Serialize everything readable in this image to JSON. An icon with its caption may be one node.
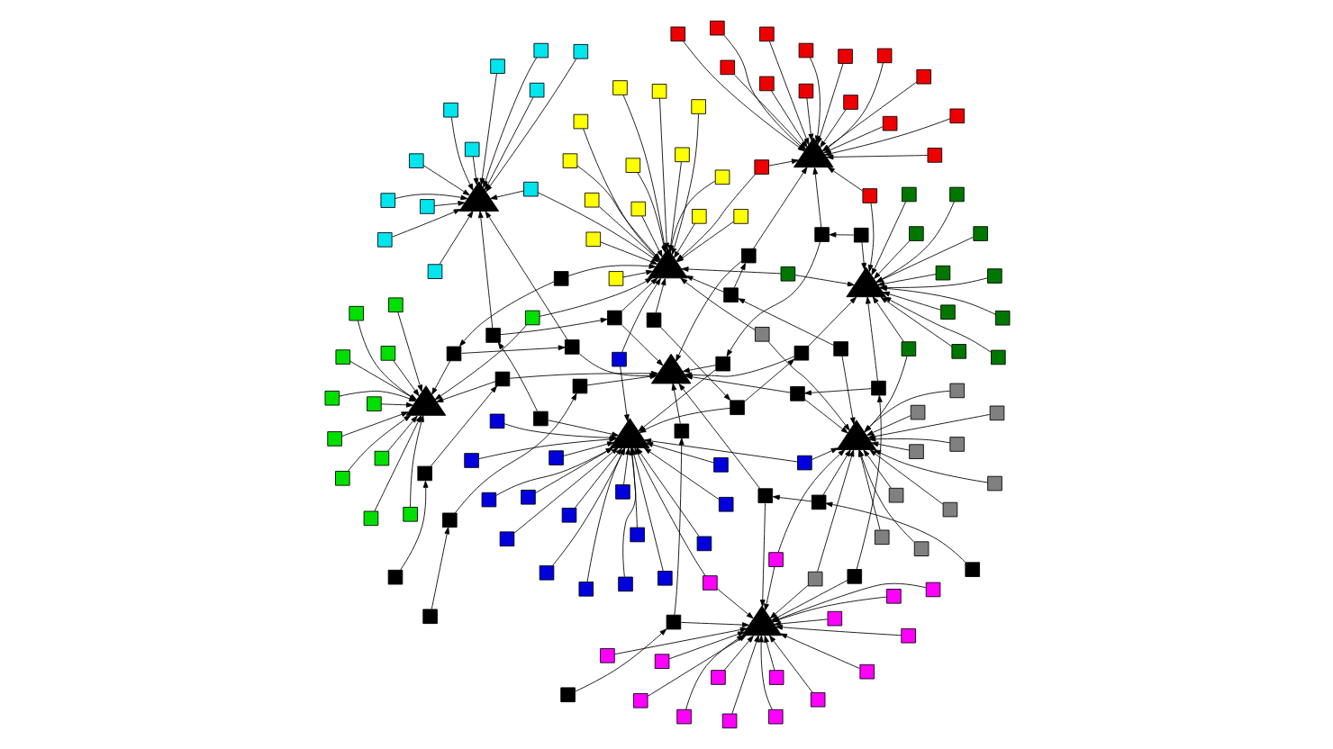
{
  "diagram": {
    "nodes": [
      {
        "text": [],
        "shape": "triangle"
      },
      {
        "text": [],
        "shape": "box"
      },
      {
        "text": [],
        "shape": "box"
      },
      {
        "text": [],
        "shape": "box"
      },
      {
        "text": [],
        "shape": "box"
      },
      {
        "text": [],
        "shape": "box"
      },
      {
        "text": [],
        "shape": "box"
      },
      {
        "text": [],
        "shape": "box"
      },
      {
        "text": [],
        "shape": "box"
      },
      {
        "text": [],
        "shape": "box"
      },
      {
        "text": [],
        "shape": "box"
      },
      {
        "text": [],
        "shape": "box"
      },
      {
        "text": [],
        "shape": "box"
      },
      {
        "text": [],
        "shape": "triangle"
      },
      {
        "text": [],
        "shape": "box"
      },
      {
        "text": [],
        "shape": "box"
      },
      {
        "text": [],
        "shape": "box"
      },
      {
        "text": [],
        "shape": "box"
      },
      {
        "text": [],
        "shape": "box"
      },
      {
        "text": [],
        "shape": "box"
      },
      {
        "text": [],
        "shape": "box"
      },
      {
        "text": [],
        "shape": "box"
      },
      {
        "text": [],
        "shape": "box"
      },
      {
        "text": [],
        "shape": "box"
      },
      {
        "text": [],
        "shape": "box"
      },
      {
        "text": [],
        "shape": "box"
      },
      {
        "text": [],
        "shape": "triangle"
      },
      {
        "text": [],
        "shape": "box"
      },
      {
        "text": [],
        "shape": "box"
      },
      {
        "text": [],
        "shape": "box"
      },
      {
        "text": [],
        "shape": "box"
      },
      {
        "text": [],
        "shape": "box"
      },
      {
        "text": [],
        "shape": "box"
      },
      {
        "text": [],
        "shape": "box"
      },
      {
        "text": [],
        "shape": "box"
      },
      {
        "text": [],
        "shape": "box"
      },
      {
        "text": [],
        "shape": "box"
      },
      {
        "text": [],
        "shape": "box"
      },
      {
        "text": [],
        "shape": "box"
      },
      {
        "text": [],
        "shape": "box"
      },
      {
        "text": [],
        "shape": "box"
      },
      {
        "text": [],
        "shape": "triangle"
      },
      {
        "text": [],
        "shape": "box"
      },
      {
        "text": [],
        "shape": "box"
      },
      {
        "text": [],
        "shape": "box"
      },
      {
        "text": [],
        "shape": "box"
      },
      {
        "text": [],
        "shape": "box"
      },
      {
        "text": [],
        "shape": "box"
      },
      {
        "text": [],
        "shape": "box"
      },
      {
        "text": [],
        "shape": "box"
      },
      {
        "text": [],
        "shape": "box"
      },
      {
        "text": [],
        "shape": "box"
      },
      {
        "text": [],
        "shape": "box"
      },
      {
        "text": [],
        "shape": "box"
      },
      {
        "text": [],
        "shape": "box"
      },
      {
        "text": [],
        "shape": "box"
      },
      {
        "text": [],
        "shape": "box"
      },
      {
        "text": [],
        "shape": "box"
      },
      {
        "text": [],
        "shape": "triangle"
      },
      {
        "text": [],
        "shape": "box"
      },
      {
        "text": [],
        "shape": "box"
      },
      {
        "text": [],
        "shape": "box"
      },
      {
        "text": [],
        "shape": "box"
      },
      {
        "text": [],
        "shape": "box"
      },
      {
        "text": [],
        "shape": "box"
      },
      {
        "text": [],
        "shape": "box"
      },
      {
        "text": [],
        "shape": "box"
      },
      {
        "text": [],
        "shape": "box"
      },
      {
        "text": [],
        "shape": "box"
      },
      {
        "text": [],
        "shape": "box"
      },
      {
        "text": [],
        "shape": "box"
      },
      {
        "text": [],
        "shape": "box"
      },
      {
        "text": [],
        "shape": "box"
      },
      {
        "text": [],
        "shape": "box"
      },
      {
        "text": [],
        "shape": "box"
      },
      {
        "text": [],
        "shape": "box"
      },
      {
        "text": [],
        "shape": "box"
      },
      {
        "text": [],
        "shape": "box"
      },
      {
        "text": [],
        "shape": "box"
      },
      {
        "text": [],
        "shape": "box"
      },
      {
        "text": [],
        "shape": "box"
      },
      {
        "text": [],
        "shape": "box"
      },
      {
        "text": [],
        "shape": "box"
      },
      {
        "text": [],
        "shape": "box"
      },
      {
        "text": [],
        "shape": "box"
      },
      {
        "text": [],
        "shape": "box"
      },
      {
        "text": [],
        "shape": "box"
      },
      {
        "text": [],
        "shape": "box"
      },
      {
        "text": [],
        "shape": "box"
      },
      {
        "text": [],
        "shape": "triangle"
      },
      {
        "text": [],
        "shape": "box"
      },
      {
        "text": [],
        "shape": "box"
      },
      {
        "text": [],
        "shape": "box"
      },
      {
        "text": [],
        "shape": "box"
      },
      {
        "text": [],
        "shape": "box"
      },
      {
        "text": [],
        "shape": "box"
      },
      {
        "text": [],
        "shape": "box"
      },
      {
        "text": [],
        "shape": "box"
      },
      {
        "text": [],
        "shape": "box"
      },
      {
        "text": [],
        "shape": "box"
      },
      {
        "text": [],
        "shape": "box"
      },
      {
        "text": [],
        "shape": "box"
      },
      {
        "text": [],
        "shape": "box"
      },
      {
        "text": [],
        "shape": "box"
      },
      {
        "text": [],
        "shape": "box"
      },
      {
        "text": [],
        "shape": "box"
      },
      {
        "text": [],
        "shape": "box"
      },
      {
        "text": [],
        "shape": "box"
      },
      {
        "text": [],
        "shape": "triangle"
      },
      {
        "text": [],
        "shape": "box"
      },
      {
        "text": [],
        "shape": "box"
      },
      {
        "text": [],
        "shape": "box"
      },
      {
        "text": [],
        "shape": "box"
      },
      {
        "text": [],
        "shape": "box"
      },
      {
        "text": [],
        "shape": "box"
      },
      {
        "text": [],
        "shape": "box"
      },
      {
        "text": [],
        "shape": "box"
      },
      {
        "text": [],
        "shape": "box"
      },
      {
        "text": [],
        "shape": "box"
      },
      {
        "text": [],
        "shape": "box"
      },
      {
        "text": [],
        "shape": "box"
      },
      {
        "text": [],
        "shape": "triangle"
      },
      {
        "text": [],
        "shape": "box"
      },
      {
        "text": [],
        "shape": "box"
      },
      {
        "text": [],
        "shape": "box"
      },
      {
        "text": [],
        "shape": "box"
      },
      {
        "text": [],
        "shape": "box"
      },
      {
        "text": [],
        "shape": "box"
      },
      {
        "text": [],
        "shape": "box"
      },
      {
        "text": [],
        "shape": "box"
      },
      {
        "text": [],
        "shape": "box"
      },
      {
        "text": [],
        "shape": "box"
      },
      {
        "text": [],
        "shape": "box"
      },
      {
        "text": [],
        "shape": "box"
      },
      {
        "text": [],
        "shape": "triangle"
      },
      {
        "text": [],
        "shape": "box"
      },
      {
        "text": [],
        "shape": "box"
      },
      {
        "text": [],
        "shape": "box"
      },
      {
        "text": [],
        "shape": "box"
      },
      {
        "text": [],
        "shape": "box"
      },
      {
        "text": [],
        "shape": "box"
      },
      {
        "text": [],
        "shape": "box"
      },
      {
        "text": [],
        "shape": "box"
      },
      {
        "text": [],
        "shape": "box"
      },
      {
        "text": [],
        "shape": "box"
      },
      {
        "text": [],
        "shape": "box"
      },
      {
        "text": [],
        "shape": "box"
      },
      {
        "text": [],
        "shape": "box"
      },
      {
        "text": [],
        "shape": "box"
      },
      {
        "text": [],
        "shape": "box"
      },
      {
        "text": [],
        "shape": "box"
      }
    ],
    "edges": [
      {
        "from": 1,
        "to": 0,
        "arrow": "to"
      },
      {
        "from": 2,
        "to": 0,
        "arrow": "to"
      },
      {
        "from": 3,
        "to": 0,
        "arrow": "to"
      },
      {
        "from": 4,
        "to": 0,
        "arrow": "to"
      },
      {
        "from": 5,
        "to": 0,
        "arrow": "to"
      },
      {
        "from": 6,
        "to": 0,
        "arrow": "to"
      },
      {
        "from": 7,
        "to": 0,
        "arrow": "to"
      },
      {
        "from": 8,
        "to": 0,
        "arrow": "to"
      },
      {
        "from": 9,
        "to": 0,
        "arrow": "to"
      },
      {
        "from": 10,
        "to": 0,
        "arrow": "to"
      },
      {
        "from": 11,
        "to": 0,
        "arrow": "to"
      },
      {
        "from": 12,
        "to": 0,
        "arrow": "to"
      },
      {
        "from": 14,
        "to": 13,
        "arrow": "to"
      },
      {
        "from": 15,
        "to": 13,
        "arrow": "to"
      },
      {
        "from": 16,
        "to": 13,
        "arrow": "to"
      },
      {
        "from": 17,
        "to": 13,
        "arrow": "to"
      },
      {
        "from": 18,
        "to": 13,
        "arrow": "to"
      },
      {
        "from": 19,
        "to": 13,
        "arrow": "to"
      },
      {
        "from": 20,
        "to": 13,
        "arrow": "to"
      },
      {
        "from": 21,
        "to": 13,
        "arrow": "to"
      },
      {
        "from": 22,
        "to": 13,
        "arrow": "to"
      },
      {
        "from": 23,
        "to": 13,
        "arrow": "to"
      },
      {
        "from": 24,
        "to": 13,
        "arrow": "to"
      },
      {
        "from": 25,
        "to": 13,
        "arrow": "to"
      },
      {
        "from": 27,
        "to": 26,
        "arrow": "to"
      },
      {
        "from": 28,
        "to": 26,
        "arrow": "to"
      },
      {
        "from": 29,
        "to": 26,
        "arrow": "to"
      },
      {
        "from": 30,
        "to": 26,
        "arrow": "to"
      },
      {
        "from": 31,
        "to": 26,
        "arrow": "to"
      },
      {
        "from": 32,
        "to": 26,
        "arrow": "to"
      },
      {
        "from": 33,
        "to": 26,
        "arrow": "to"
      },
      {
        "from": 34,
        "to": 26,
        "arrow": "to"
      },
      {
        "from": 35,
        "to": 26,
        "arrow": "to"
      },
      {
        "from": 36,
        "to": 26,
        "arrow": "to"
      },
      {
        "from": 37,
        "to": 26,
        "arrow": "to"
      },
      {
        "from": 38,
        "to": 26,
        "arrow": "to"
      },
      {
        "from": 39,
        "to": 26,
        "arrow": "to"
      },
      {
        "from": 40,
        "to": 26,
        "arrow": "to"
      },
      {
        "from": 42,
        "to": 41,
        "arrow": "to"
      },
      {
        "from": 43,
        "to": 41,
        "arrow": "to"
      },
      {
        "from": 44,
        "to": 41,
        "arrow": "to"
      },
      {
        "from": 45,
        "to": 41,
        "arrow": "to"
      },
      {
        "from": 46,
        "to": 41,
        "arrow": "to"
      },
      {
        "from": 47,
        "to": 41,
        "arrow": "to"
      },
      {
        "from": 48,
        "to": 41,
        "arrow": "to"
      },
      {
        "from": 49,
        "to": 41,
        "arrow": "to"
      },
      {
        "from": 50,
        "to": 41,
        "arrow": "to"
      },
      {
        "from": 51,
        "to": 41,
        "arrow": "to"
      },
      {
        "from": 52,
        "to": 41,
        "arrow": "to"
      },
      {
        "from": 53,
        "to": 41,
        "arrow": "to"
      },
      {
        "from": 54,
        "to": 41,
        "arrow": "to"
      },
      {
        "from": 55,
        "to": 41,
        "arrow": "to"
      },
      {
        "from": 56,
        "to": 41,
        "arrow": "to"
      },
      {
        "from": 57,
        "to": 41,
        "arrow": "to"
      },
      {
        "from": 59,
        "to": 58,
        "arrow": "to"
      },
      {
        "from": 60,
        "to": 58,
        "arrow": "to"
      },
      {
        "from": 61,
        "to": 58,
        "arrow": "to"
      },
      {
        "from": 62,
        "to": 58,
        "arrow": "to"
      },
      {
        "from": 63,
        "to": 58,
        "arrow": "to"
      },
      {
        "from": 64,
        "to": 58,
        "arrow": "to"
      },
      {
        "from": 65,
        "to": 58,
        "arrow": "to"
      },
      {
        "from": 66,
        "to": 58,
        "arrow": "to"
      },
      {
        "from": 67,
        "to": 58,
        "arrow": "to"
      },
      {
        "from": 68,
        "to": 58,
        "arrow": "to"
      },
      {
        "from": 69,
        "to": 59,
        "arrow": "to"
      },
      {
        "from": 70,
        "to": 60,
        "arrow": "to"
      },
      {
        "from": 71,
        "to": 61,
        "arrow": "to"
      },
      {
        "from": 72,
        "to": 62,
        "arrow": "to"
      },
      {
        "from": 73,
        "to": 63,
        "arrow": "to"
      },
      {
        "from": 74,
        "to": 64,
        "arrow": "to"
      },
      {
        "from": 75,
        "to": 65,
        "arrow": "to"
      },
      {
        "from": 76,
        "to": 66,
        "arrow": "to"
      },
      {
        "from": 77,
        "to": 67,
        "arrow": "to"
      },
      {
        "from": 78,
        "to": 68,
        "arrow": "to"
      },
      {
        "from": 79,
        "to": 69,
        "arrow": "to"
      },
      {
        "from": 80,
        "to": 70,
        "arrow": "to"
      },
      {
        "from": 81,
        "to": 71,
        "arrow": "to"
      },
      {
        "from": 82,
        "to": 72,
        "arrow": "to"
      },
      {
        "from": 83,
        "to": 73,
        "arrow": "to"
      },
      {
        "from": 84,
        "to": 74,
        "arrow": "to"
      },
      {
        "from": 85,
        "to": 75,
        "arrow": "to"
      },
      {
        "from": 86,
        "to": 76,
        "arrow": "to"
      },
      {
        "from": 87,
        "to": 77,
        "arrow": "to"
      },
      {
        "from": 88,
        "to": 78,
        "arrow": "to"
      },
      {
        "from": 90,
        "to": 89,
        "arrow": "to"
      },
      {
        "from": 91,
        "to": 89,
        "arrow": "to"
      },
      {
        "from": 92,
        "to": 89,
        "arrow": "to"
      },
      {
        "from": 93,
        "to": 89,
        "arrow": "to"
      },
      {
        "from": 94,
        "to": 89,
        "arrow": "to"
      },
      {
        "from": 95,
        "to": 89,
        "arrow": "to"
      },
      {
        "from": 96,
        "to": 89,
        "arrow": "to"
      },
      {
        "from": 97,
        "to": 89,
        "arrow": "to"
      },
      {
        "from": 98,
        "to": 89,
        "arrow": "to"
      },
      {
        "from": 99,
        "to": 89,
        "arrow": "to"
      },
      {
        "from": 100,
        "to": 89,
        "arrow": "to"
      },
      {
        "from": 101,
        "to": 89,
        "arrow": "to"
      },
      {
        "from": 102,
        "to": 89,
        "arrow": "to"
      },
      {
        "from": 103,
        "to": 89,
        "arrow": "to"
      },
      {
        "from": 104,
        "to": 89,
        "arrow": "to"
      },
      {
        "from": 105,
        "to": 89,
        "arrow": "to"
      },
      {
        "from": 106,
        "to": 89,
        "arrow": "to"
      },
      {
        "from": 107,
        "to": 89,
        "arrow": "to"
      },
      {
        "from": 109,
        "to": 108,
        "arrow": "to"
      },
      {
        "from": 110,
        "to": 108,
        "arrow": "to"
      },
      {
        "from": 111,
        "to": 108,
        "arrow": "to"
      },
      {
        "from": 112,
        "to": 108,
        "arrow": "to"
      },
      {
        "from": 113,
        "to": 108,
        "arrow": "to"
      },
      {
        "from": 114,
        "to": 108,
        "arrow": "to"
      },
      {
        "from": 115,
        "to": 108,
        "arrow": "to"
      },
      {
        "from": 116,
        "to": 108,
        "arrow": "to"
      },
      {
        "from": 117,
        "to": 108,
        "arrow": "to"
      },
      {
        "from": 118,
        "to": 108,
        "arrow": "to"
      },
      {
        "from": 119,
        "to": 108,
        "arrow": "to"
      },
      {
        "from": 120,
        "to": 108,
        "arrow": "to"
      },
      {
        "from": 122,
        "to": 121,
        "arrow": "to"
      },
      {
        "from": 123,
        "to": 121,
        "arrow": "to"
      },
      {
        "from": 124,
        "to": 121,
        "arrow": "to"
      },
      {
        "from": 125,
        "to": 121,
        "arrow": "to"
      },
      {
        "from": 126,
        "to": 121,
        "arrow": "to"
      },
      {
        "from": 127,
        "to": 121,
        "arrow": "to"
      },
      {
        "from": 128,
        "to": 121,
        "arrow": "to"
      },
      {
        "from": 129,
        "to": 121,
        "arrow": "to"
      },
      {
        "from": 130,
        "to": 121,
        "arrow": "to"
      },
      {
        "from": 131,
        "to": 121,
        "arrow": "to"
      },
      {
        "from": 132,
        "to": 121,
        "arrow": "to"
      },
      {
        "from": 133,
        "to": 121,
        "arrow": "to"
      },
      {
        "from": 135,
        "to": 134,
        "arrow": "to"
      },
      {
        "from": 136,
        "to": 134,
        "arrow": "to"
      },
      {
        "from": 137,
        "to": 134,
        "arrow": "to"
      },
      {
        "from": 138,
        "to": 134,
        "arrow": "to"
      },
      {
        "from": 139,
        "to": 134,
        "arrow": "to"
      },
      {
        "from": 140,
        "to": 134,
        "arrow": "to"
      },
      {
        "from": 141,
        "to": 134,
        "arrow": "to"
      },
      {
        "from": 142,
        "to": 134,
        "arrow": "to"
      },
      {
        "from": 143,
        "to": 134,
        "arrow": "to"
      },
      {
        "from": 144,
        "to": 134,
        "arrow": "to"
      },
      {
        "from": 145,
        "to": 134,
        "arrow": "to"
      },
      {
        "from": 146,
        "to": 134,
        "arrow": "to"
      },
      {
        "from": 147,
        "to": 134,
        "arrow": "to"
      },
      {
        "from": 148,
        "to": 134,
        "arrow": "to"
      },
      {
        "from": 149,
        "to": 134,
        "arrow": "to"
      },
      {
        "from": 150,
        "to": 134,
        "arrow": "to"
      },
      {
        "from": 59,
        "to": 0,
        "arrow": "to"
      },
      {
        "from": 60,
        "to": 13,
        "arrow": "to"
      },
      {
        "from": 61,
        "to": 26,
        "arrow": "to"
      },
      {
        "from": 62,
        "to": 41,
        "arrow": "to"
      },
      {
        "from": 63,
        "to": 89,
        "arrow": "to"
      },
      {
        "from": 64,
        "to": 108,
        "arrow": "to"
      },
      {
        "from": 65,
        "to": 121,
        "arrow": "to"
      },
      {
        "from": 66,
        "to": 134,
        "arrow": "to"
      },
      {
        "from": 70,
        "to": 0,
        "arrow": "to"
      },
      {
        "from": 71,
        "to": 13,
        "arrow": "to"
      },
      {
        "from": 72,
        "to": 26,
        "arrow": "to"
      },
      {
        "from": 73,
        "to": 41,
        "arrow": "to"
      },
      {
        "from": 74,
        "to": 89,
        "arrow": "to"
      },
      {
        "from": 75,
        "to": 108,
        "arrow": "to"
      },
      {
        "from": 76,
        "to": 121,
        "arrow": "to"
      },
      {
        "from": 77,
        "to": 134,
        "arrow": "to"
      },
      {
        "from": 80,
        "to": 26,
        "arrow": "to"
      },
      {
        "from": 81,
        "to": 89,
        "arrow": "to"
      },
      {
        "from": 82,
        "to": 121,
        "arrow": "to"
      },
      {
        "from": 83,
        "to": 108,
        "arrow": "to"
      },
      {
        "from": 84,
        "to": 26,
        "arrow": "to"
      },
      {
        "from": 85,
        "to": 134,
        "arrow": "to"
      },
      {
        "from": 3,
        "to": 26,
        "arrow": "to"
      },
      {
        "from": 16,
        "to": 26,
        "arrow": "to"
      },
      {
        "from": 45,
        "to": 108,
        "arrow": "to"
      },
      {
        "from": 47,
        "to": 26,
        "arrow": "to"
      },
      {
        "from": 112,
        "to": 121,
        "arrow": "to"
      },
      {
        "from": 114,
        "to": 26,
        "arrow": "to"
      },
      {
        "from": 125,
        "to": 134,
        "arrow": "to"
      },
      {
        "from": 127,
        "to": 26,
        "arrow": "to"
      },
      {
        "from": 140,
        "to": 121,
        "arrow": "to"
      },
      {
        "from": 144,
        "to": 89,
        "arrow": "to"
      },
      {
        "from": 95,
        "to": 26,
        "arrow": "to"
      },
      {
        "from": 100,
        "to": 121,
        "arrow": "to"
      }
    ]
  }
}
